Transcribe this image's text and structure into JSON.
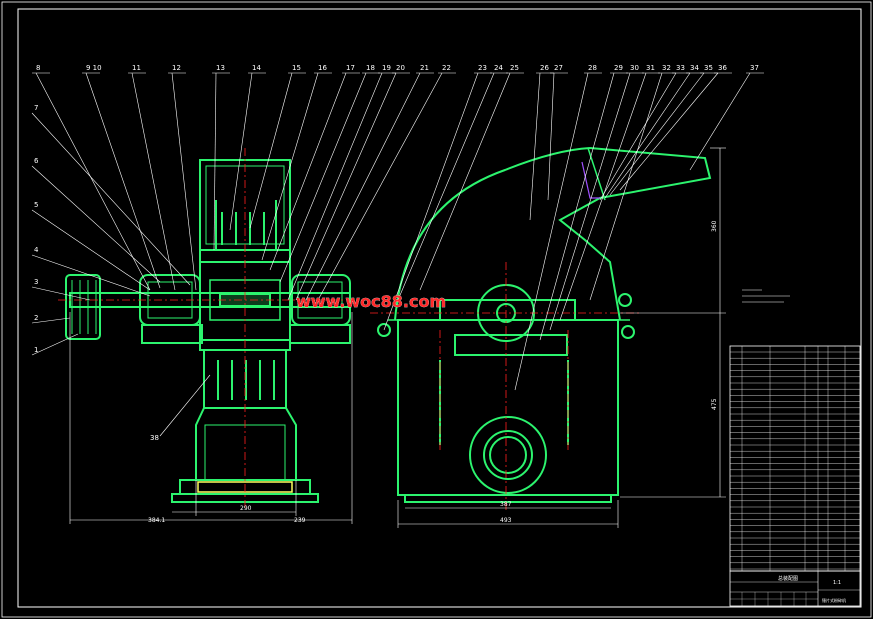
{
  "watermark": "www.woc88.com",
  "balloons": {
    "top": [
      "8",
      "9 10",
      "11",
      "12",
      "13",
      "14",
      "15",
      "16",
      "17",
      "18",
      "19",
      "20",
      "21",
      "22",
      "23",
      "24",
      "25",
      "26",
      "27",
      "28",
      "29",
      "30",
      "31",
      "32",
      "33",
      "34",
      "35",
      "36",
      "37"
    ],
    "left": [
      "7",
      "6",
      "5",
      "4",
      "3",
      "2",
      "1"
    ],
    "bottom_left": "38"
  },
  "dimensions": {
    "front_overall": "384.1",
    "front_inner_left": "290",
    "front_inner_right": "239",
    "side_base": "387",
    "side_overall": "493",
    "side_height_upper": "360",
    "side_height_lower": "475"
  },
  "title_block": {
    "drawing_name": "总装配图",
    "scale": "1:1",
    "company": "锤片式粉碎机"
  },
  "colors": {
    "background": "#000000",
    "part_outline": "#2cf46e",
    "leader_line": "#ffffff",
    "center_line": "#ff2020",
    "highlight": "#ffff60",
    "frame": "#ffffff"
  }
}
